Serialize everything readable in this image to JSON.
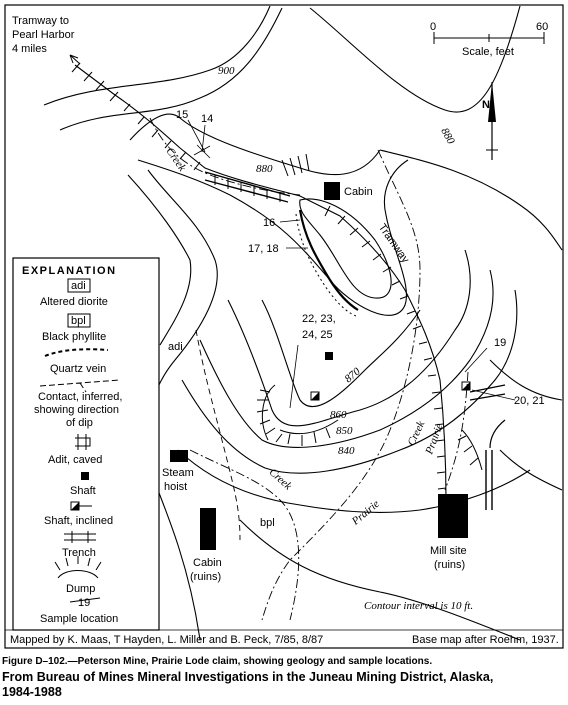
{
  "map": {
    "tramway_note": [
      "Tramway to",
      "Pearl Harbor",
      "4 miles"
    ],
    "scale": {
      "zero": "0",
      "max": "60",
      "label": "Scale, feet"
    },
    "north_label": "N",
    "contours": [
      "900",
      "880",
      "880",
      "870",
      "860",
      "850",
      "840"
    ],
    "features": {
      "cabin": "Cabin",
      "tramway": "Tramway",
      "steam_hoist": [
        "Steam",
        "hoist"
      ],
      "cabin_ruins": [
        "Cabin",
        "(ruins)"
      ],
      "mill_site": [
        "Mill site",
        "(ruins)"
      ],
      "creek_labels": [
        "Creek",
        "Creek",
        "Creek"
      ],
      "prairie_labels": [
        "Prairie",
        "Prairie"
      ]
    },
    "rock_labels": [
      "adi",
      "bpl"
    ],
    "sample_labels": [
      "15",
      "14",
      "16",
      "17, 18",
      "22, 23,",
      "24, 25",
      "19",
      "20, 21"
    ],
    "contour_interval": "Contour interval is 10 ft.",
    "mapped_by": "Mapped by K. Maas, T Hayden, L. Miller and B. Peck, 7/85, 8/87",
    "base_map": "Base map after Roehm, 1937."
  },
  "legend": {
    "title": "EXPLANATION",
    "items": [
      {
        "symbol": "adi",
        "label": "Altered diorite"
      },
      {
        "symbol": "bpl",
        "label": "Black phyllite"
      },
      {
        "label": "Quartz vein"
      },
      {
        "label": [
          "Contact, inferred,",
          "showing direction",
          "of dip"
        ]
      },
      {
        "label": "Adit, caved"
      },
      {
        "label": "Shaft"
      },
      {
        "label": "Shaft, inclined"
      },
      {
        "label": "Trench"
      },
      {
        "label": "Dump"
      },
      {
        "symbol": "19",
        "label": "Sample location"
      }
    ]
  },
  "caption": {
    "figure": "Figure D–102.—Peterson Mine, Prairie Lode claim, showing geology and sample locations.",
    "source": "From Bureau of Mines Mineral Investigations in the Juneau Mining District, Alaska, 1984-1988"
  }
}
